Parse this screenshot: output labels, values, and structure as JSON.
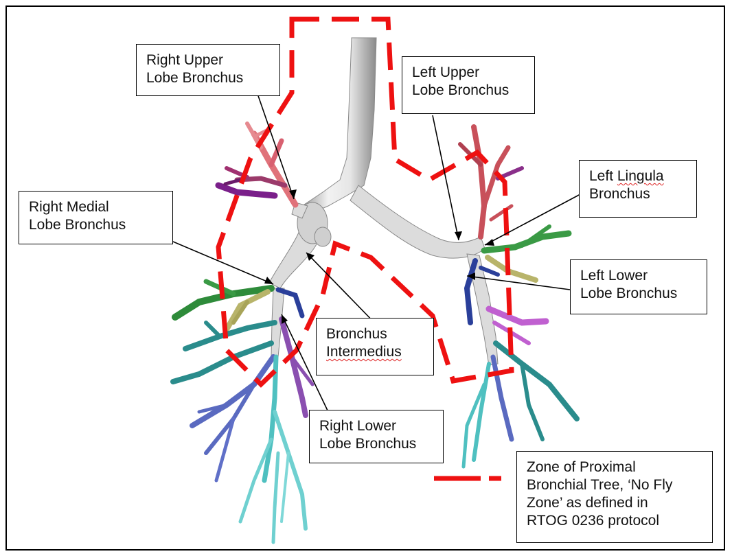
{
  "labels": {
    "right_upper": "Right Upper\nLobe Bronchus",
    "left_upper": "Left Upper\nLobe Bronchus",
    "left_lingula_line1": "Left ",
    "left_lingula_word": "Lingula",
    "left_lingula_line2": "Bronchus",
    "right_medial": "Right Medial\nLobe Bronchus",
    "left_lower": "Left Lower\nLobe Bronchus",
    "bronchus_intermedius_line1": "Bronchus",
    "bronchus_intermedius_word": "Intermedius",
    "right_lower": "Right Lower\nLobe Bronchus",
    "legend": "Zone of Proximal\nBronchial Tree, ‘No Fly\nZone’ as defined in\nRTOG 0236  protocol"
  },
  "colors": {
    "zone_dash": "#ee1111",
    "trachea": "#d9d9d9",
    "right_upper_branches": "#e0727a",
    "purple": "#7a1f8a",
    "green": "#2e8b3a",
    "olive": "#b8b46a",
    "teal": "#2a8c8c",
    "blue": "#4a5ab0",
    "magenta": "#b44fc8",
    "light_teal": "#4fc0c0"
  }
}
